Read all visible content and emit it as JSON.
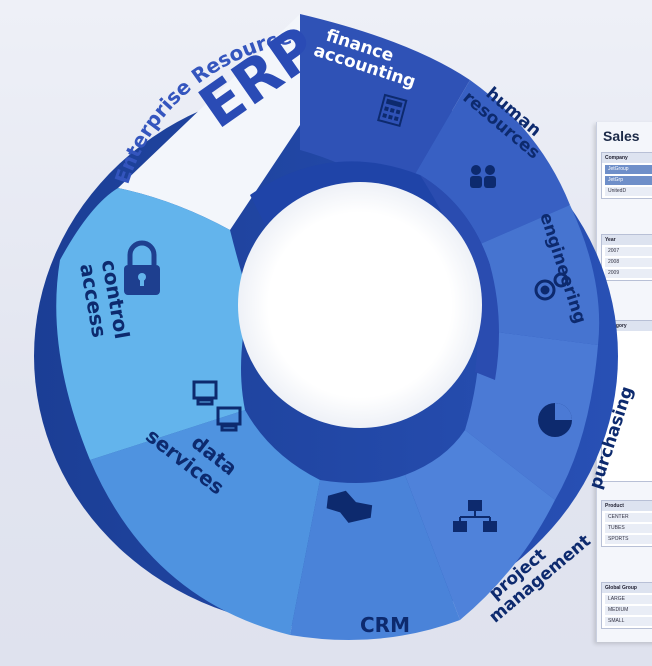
{
  "title": "ERP",
  "subtitle": "Enterprise Resource Planning",
  "modules": {
    "finance": [
      "finance",
      "accounting"
    ],
    "hr": [
      "human",
      "resources"
    ],
    "engineering": "engineering",
    "purchasing": "purchasing",
    "project": [
      "project",
      "management"
    ],
    "crm": "CRM",
    "data": [
      "data",
      "services"
    ],
    "access": [
      "access",
      "control"
    ]
  },
  "background_panel": {
    "title": "Sales",
    "filters": [
      {
        "label": "Company",
        "rows": [
          "JetGroup",
          "JetGrp",
          "UnitedD"
        ]
      },
      {
        "label": "Year",
        "rows": [
          "2007",
          "2008",
          "2009"
        ]
      },
      {
        "label": "Category",
        "rows": [
          "",
          "",
          ""
        ]
      },
      {
        "label": "Product",
        "rows": [
          "CENTER",
          "TUBES",
          "SPORTS"
        ]
      },
      {
        "label": "Global Group",
        "rows": [
          "LARGE",
          "MEDIUM",
          "SMALL"
        ]
      }
    ]
  },
  "colors": {
    "ring_dark": "#2c4fb2",
    "ring_mid": "#3f6fce",
    "ring_light": "#5aa2e6",
    "ring_pale": "#7cc3f0",
    "title_band": "#f3f6fb",
    "label_text": "#1e3f8f"
  }
}
